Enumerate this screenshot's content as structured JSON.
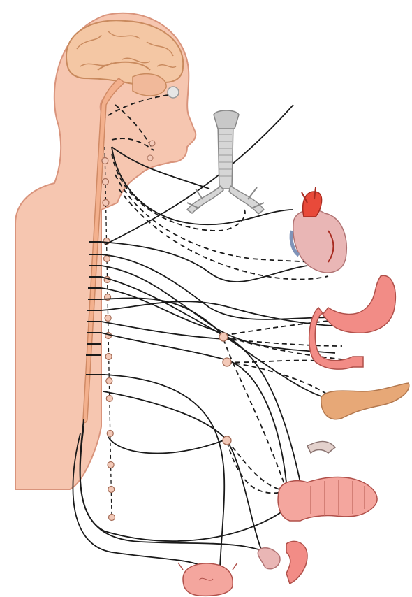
{
  "figure": {
    "kind": "anatomical illustration",
    "labels": [],
    "legend": [],
    "line_styles": {
      "solid": "#1a1a1a",
      "dashed": "#1a1a1a"
    },
    "colors": {
      "skin": "#f6c6b0",
      "skin_outline": "#d9947c",
      "brain": "#f4c7a4",
      "organ_red": "#e84a3a",
      "organ_pink": "#f6a39b",
      "pancreas": "#e7a877",
      "trachea": "#d6d6d6",
      "ganglion": "#f3c9b8"
    },
    "organs": [
      "eye",
      "salivary-gland",
      "trachea-lungs",
      "heart",
      "stomach",
      "intestine",
      "pancreas",
      "liver-fragment",
      "large-intestine",
      "kidney",
      "bladder"
    ]
  }
}
